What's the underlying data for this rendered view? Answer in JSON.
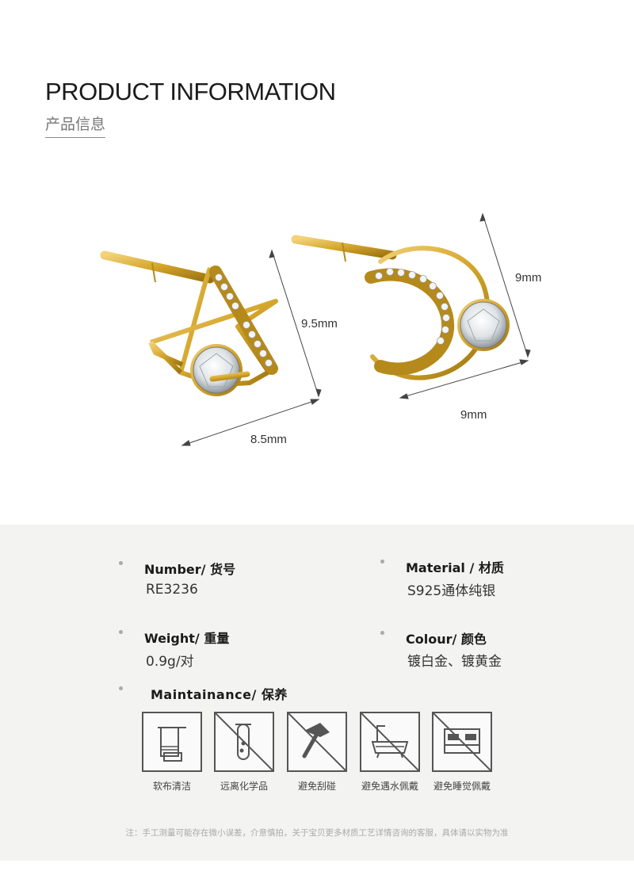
{
  "header": {
    "title": "PRODUCT INFORMATION",
    "subtitle": "产品信息"
  },
  "dimensions": {
    "star_height": "9.5mm",
    "star_width": "8.5mm",
    "moon_height": "9mm",
    "moon_width": "9mm"
  },
  "specs": {
    "number_label": "Number/ 货号",
    "number_value": "RE3236",
    "material_label": "Material / 材质",
    "material_value": "S925通体纯银",
    "weight_label": "Weight/ 重量",
    "weight_value": "0.9g/对",
    "colour_label": "Colour/ 颜色",
    "colour_value": "镀白金、镀黄金",
    "maintenance_label": "Maintainance/ 保养"
  },
  "maintenance": [
    {
      "icon": "towel-icon",
      "label": "软布清洁"
    },
    {
      "icon": "no-chemicals-icon",
      "label": "远离化学品"
    },
    {
      "icon": "no-hammer-icon",
      "label": "避免刮碰"
    },
    {
      "icon": "no-bath-icon",
      "label": "避免遇水佩戴"
    },
    {
      "icon": "no-bed-icon",
      "label": "避免睡觉佩戴"
    }
  ],
  "footnote": "注：手工测量可能存在微小误差，介意慎拍，关于宝贝更多材质工艺详情咨询的客服，具体请以实物为准",
  "colors": {
    "gold": "#d4a52a",
    "gold_dark": "#a37d14",
    "panel_bg": "#f3f3f2"
  }
}
